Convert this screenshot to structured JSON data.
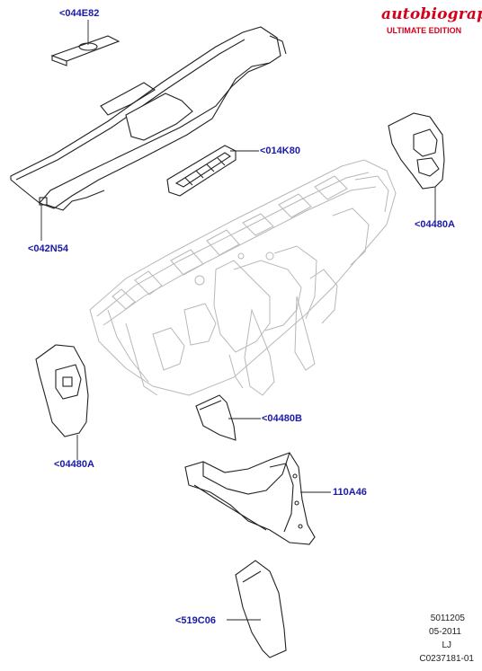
{
  "brand": {
    "name": "autobiography",
    "edition": "ULTIMATE EDITION",
    "color": "#d4001c"
  },
  "label_color": "#1a1aa8",
  "parts": [
    {
      "id": "p1",
      "label": "<044E82"
    },
    {
      "id": "p2",
      "label": "<014K80"
    },
    {
      "id": "p3",
      "label": "<04480A"
    },
    {
      "id": "p4",
      "label": "<042N54"
    },
    {
      "id": "p5",
      "label": "<04480B"
    },
    {
      "id": "p6",
      "label": "<04480A"
    },
    {
      "id": "p7",
      "label": "110A46"
    },
    {
      "id": "p8",
      "label": "<519C06"
    }
  ],
  "reference": {
    "line1": "5011205",
    "line2": "05-2011",
    "line3": "LJ",
    "line4": "C0237181-01"
  }
}
